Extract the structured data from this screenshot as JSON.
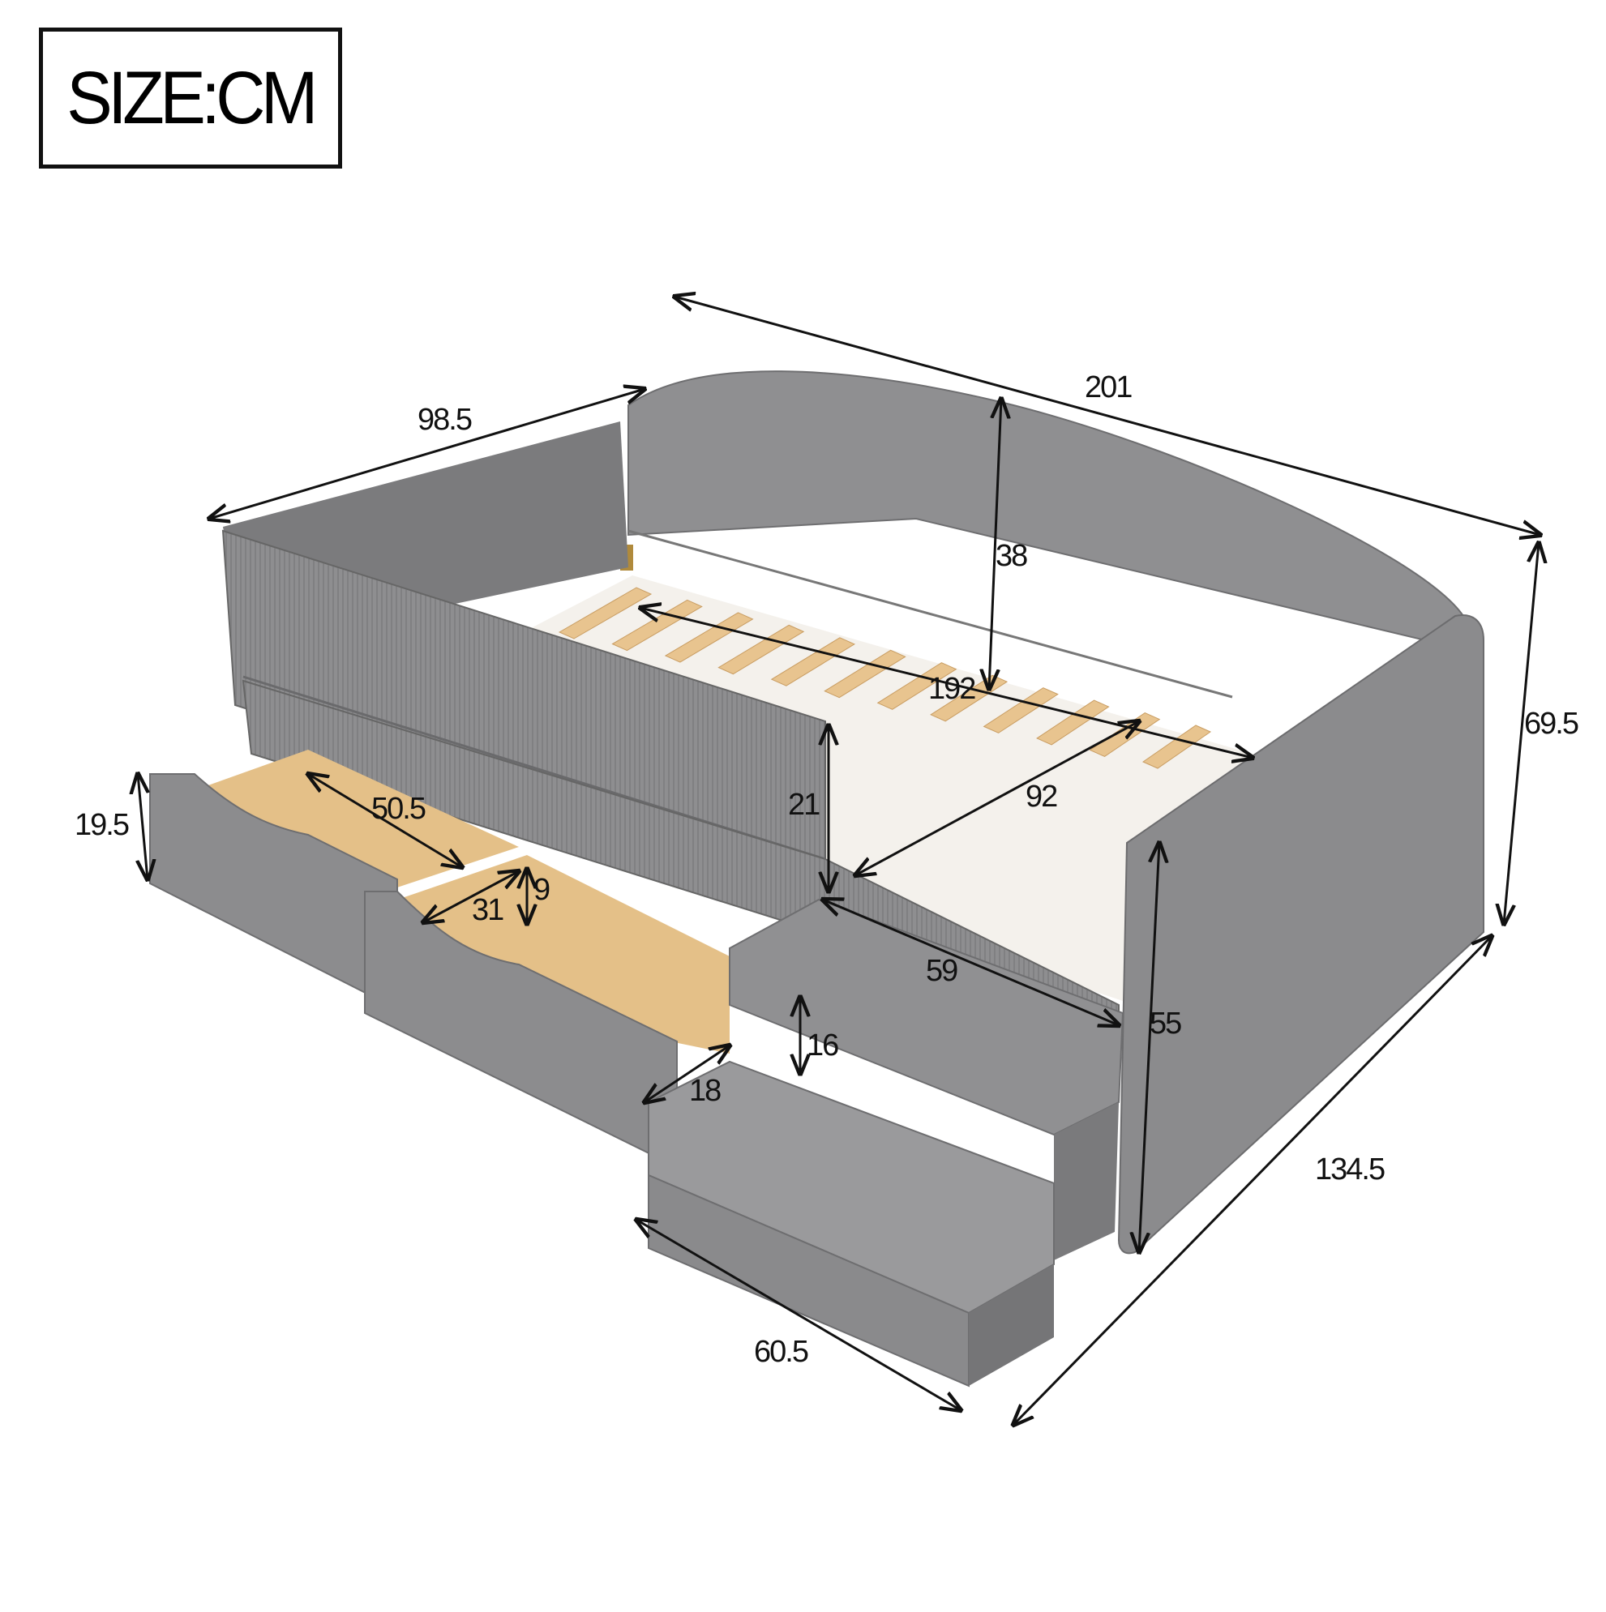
{
  "header": {
    "size_label": "SIZE:CM"
  },
  "colors": {
    "upholstery": "#8c8c8e",
    "upholstery_light": "#9a9a9c",
    "upholstery_dark": "#727274",
    "wood": "#e8c48f",
    "wood_dark": "#c99d62",
    "line": "#111111"
  },
  "dimensions": {
    "total_length": "201",
    "total_width": "98.5",
    "total_height": "69.5",
    "total_depth_with_steps": "134.5",
    "backrest_height": "38",
    "inner_length": "192",
    "inner_width": "92",
    "front_rail_height": "21",
    "side_rail_height": "55",
    "step_top_width": "59",
    "step_height": "16",
    "step_depth": "18",
    "step_width": "60.5",
    "drawer_height": "19.5",
    "drawer_length": "50.5",
    "drawer_width": "31",
    "drawer_inner_height": "9"
  }
}
